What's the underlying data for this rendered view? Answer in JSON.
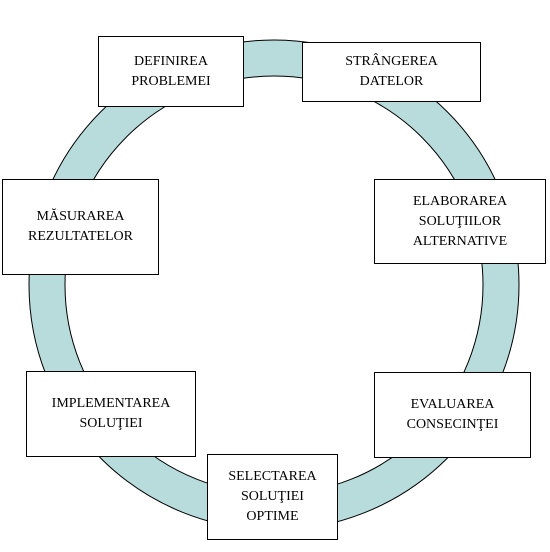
{
  "diagram": {
    "cycle_color": "#b8dcdc",
    "steps": [
      {
        "id": "definirea",
        "label": "DEFINIREA\nPROBLEMEI"
      },
      {
        "id": "strangerea",
        "label": "STRÂNGEREA\nDATELOR"
      },
      {
        "id": "elaborarea",
        "label": "ELABORAREA\nSOLUŢIILOR\nALTERNATIVE"
      },
      {
        "id": "evaluarea",
        "label": "EVALUAREA\nCONSECINŢEI"
      },
      {
        "id": "selectarea",
        "label": "SELECTAREA\nSOLUŢIEI\nOPTIME"
      },
      {
        "id": "implementarea",
        "label": "IMPLEMENTAREA\nSOLUŢIEI"
      },
      {
        "id": "masurarea",
        "label": "MĂSURAREA\nREZULTATELOR"
      }
    ]
  }
}
